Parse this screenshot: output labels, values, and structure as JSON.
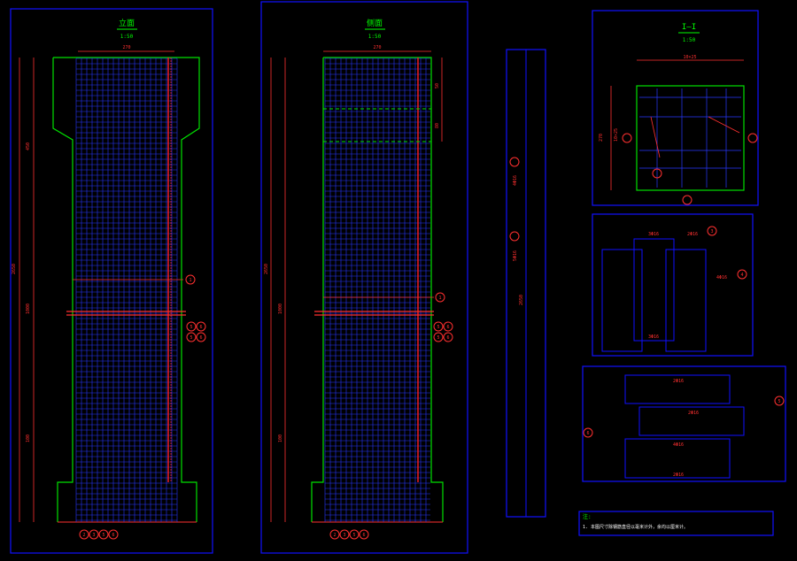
{
  "colors": {
    "background": "#000000",
    "frame": "#1010ff",
    "concrete": "#00e000",
    "rebar": "#ff2020",
    "mesh": "#2838ff",
    "label": "#00ff00",
    "dim": "#ff3030",
    "note": "#ffffff"
  },
  "views": {
    "front": {
      "title": "立面",
      "scale": "1:50",
      "width_dim": "270"
    },
    "side": {
      "title": "侧面",
      "scale": "1:50",
      "width_dim": "270"
    },
    "section": {
      "title": "I—I",
      "scale": "1:50"
    }
  },
  "dims": {
    "left_total": "2650",
    "left_upper": "450",
    "left_mid": "1000",
    "left_low": "100",
    "side_top": "50",
    "side_b": "80",
    "side_mid": "1000",
    "side_low": "100",
    "side_total": "2650",
    "sec_w": "10×25",
    "sec_h": "10×25",
    "sec_side": "270"
  },
  "rebar_marks": {
    "front_bottom": [
      "2",
      "3",
      "5",
      "6"
    ],
    "front_right_single": "1",
    "front_right_pair": [
      "5",
      "6"
    ],
    "side_bottom": [
      "2",
      "3",
      "5",
      "6"
    ],
    "side_right_single": "1",
    "side_right_pair": [
      "5",
      "6"
    ]
  },
  "detail_a": {
    "marks": [
      "3",
      "4"
    ],
    "labels": [
      "3Φ16",
      "2Φ16",
      "4Φ16",
      "3Φ16"
    ]
  },
  "detail_b": {
    "marks": [
      "5",
      "6"
    ],
    "labels": [
      "2Φ16",
      "2Φ16",
      "4Φ16",
      "2Φ16"
    ]
  },
  "strip": {
    "labels": [
      "4Φ16",
      "5Φ16",
      "2650"
    ]
  },
  "note": {
    "heading": "注:",
    "text": "1. 本图尺寸除钢筋直径以毫米计外，余均以厘米计。"
  }
}
